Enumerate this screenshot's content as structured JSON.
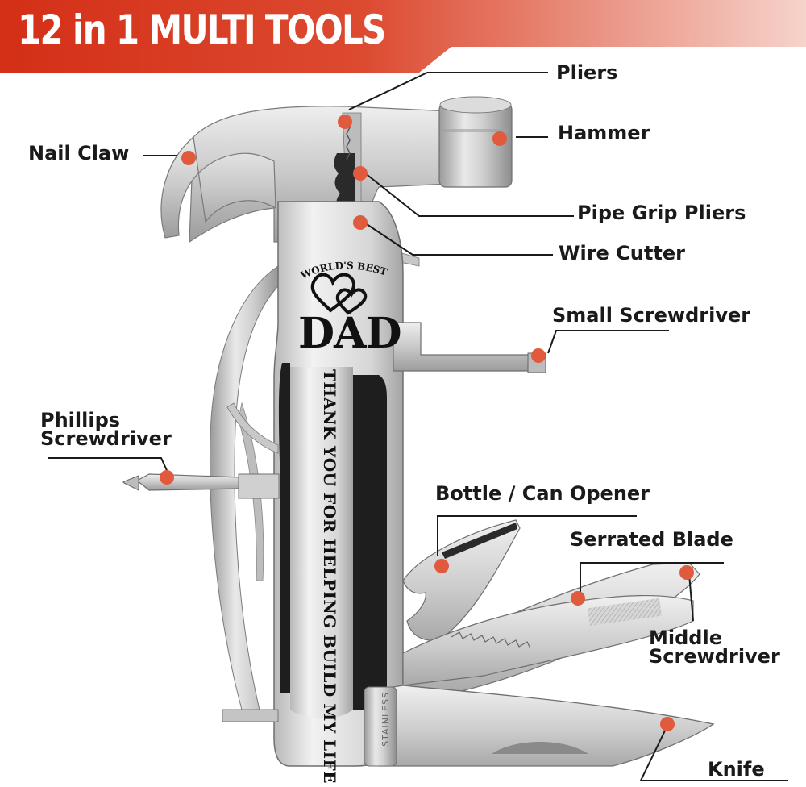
{
  "banner": {
    "title": "12 in 1 MULTI TOOLS",
    "color_dark": "#d42f17",
    "color_light": "#f3b9ad"
  },
  "accent": {
    "dot": "#e05a3e",
    "line": "#1a1a1a"
  },
  "engraving": {
    "top": "WORLD'S BEST",
    "title": "DAD",
    "message": "THANK YOU FOR HELPING BUILD MY LIFE",
    "stamp": "STAINLESS"
  },
  "labels": {
    "pliers": "Pliers",
    "hammer": "Hammer",
    "nail_claw": "Nail Claw",
    "pipe_grip": "Pipe Grip Pliers",
    "wire_cutter": "Wire Cutter",
    "small_screwdriver": "Small Screwdriver",
    "phillips_1": "Phillips",
    "phillips_2": "Screwdriver",
    "bottle_opener": "Bottle / Can Opener",
    "serrated_blade": "Serrated Blade",
    "middle_1": "Middle",
    "middle_2": "Screwdriver",
    "knife": "Knife"
  }
}
